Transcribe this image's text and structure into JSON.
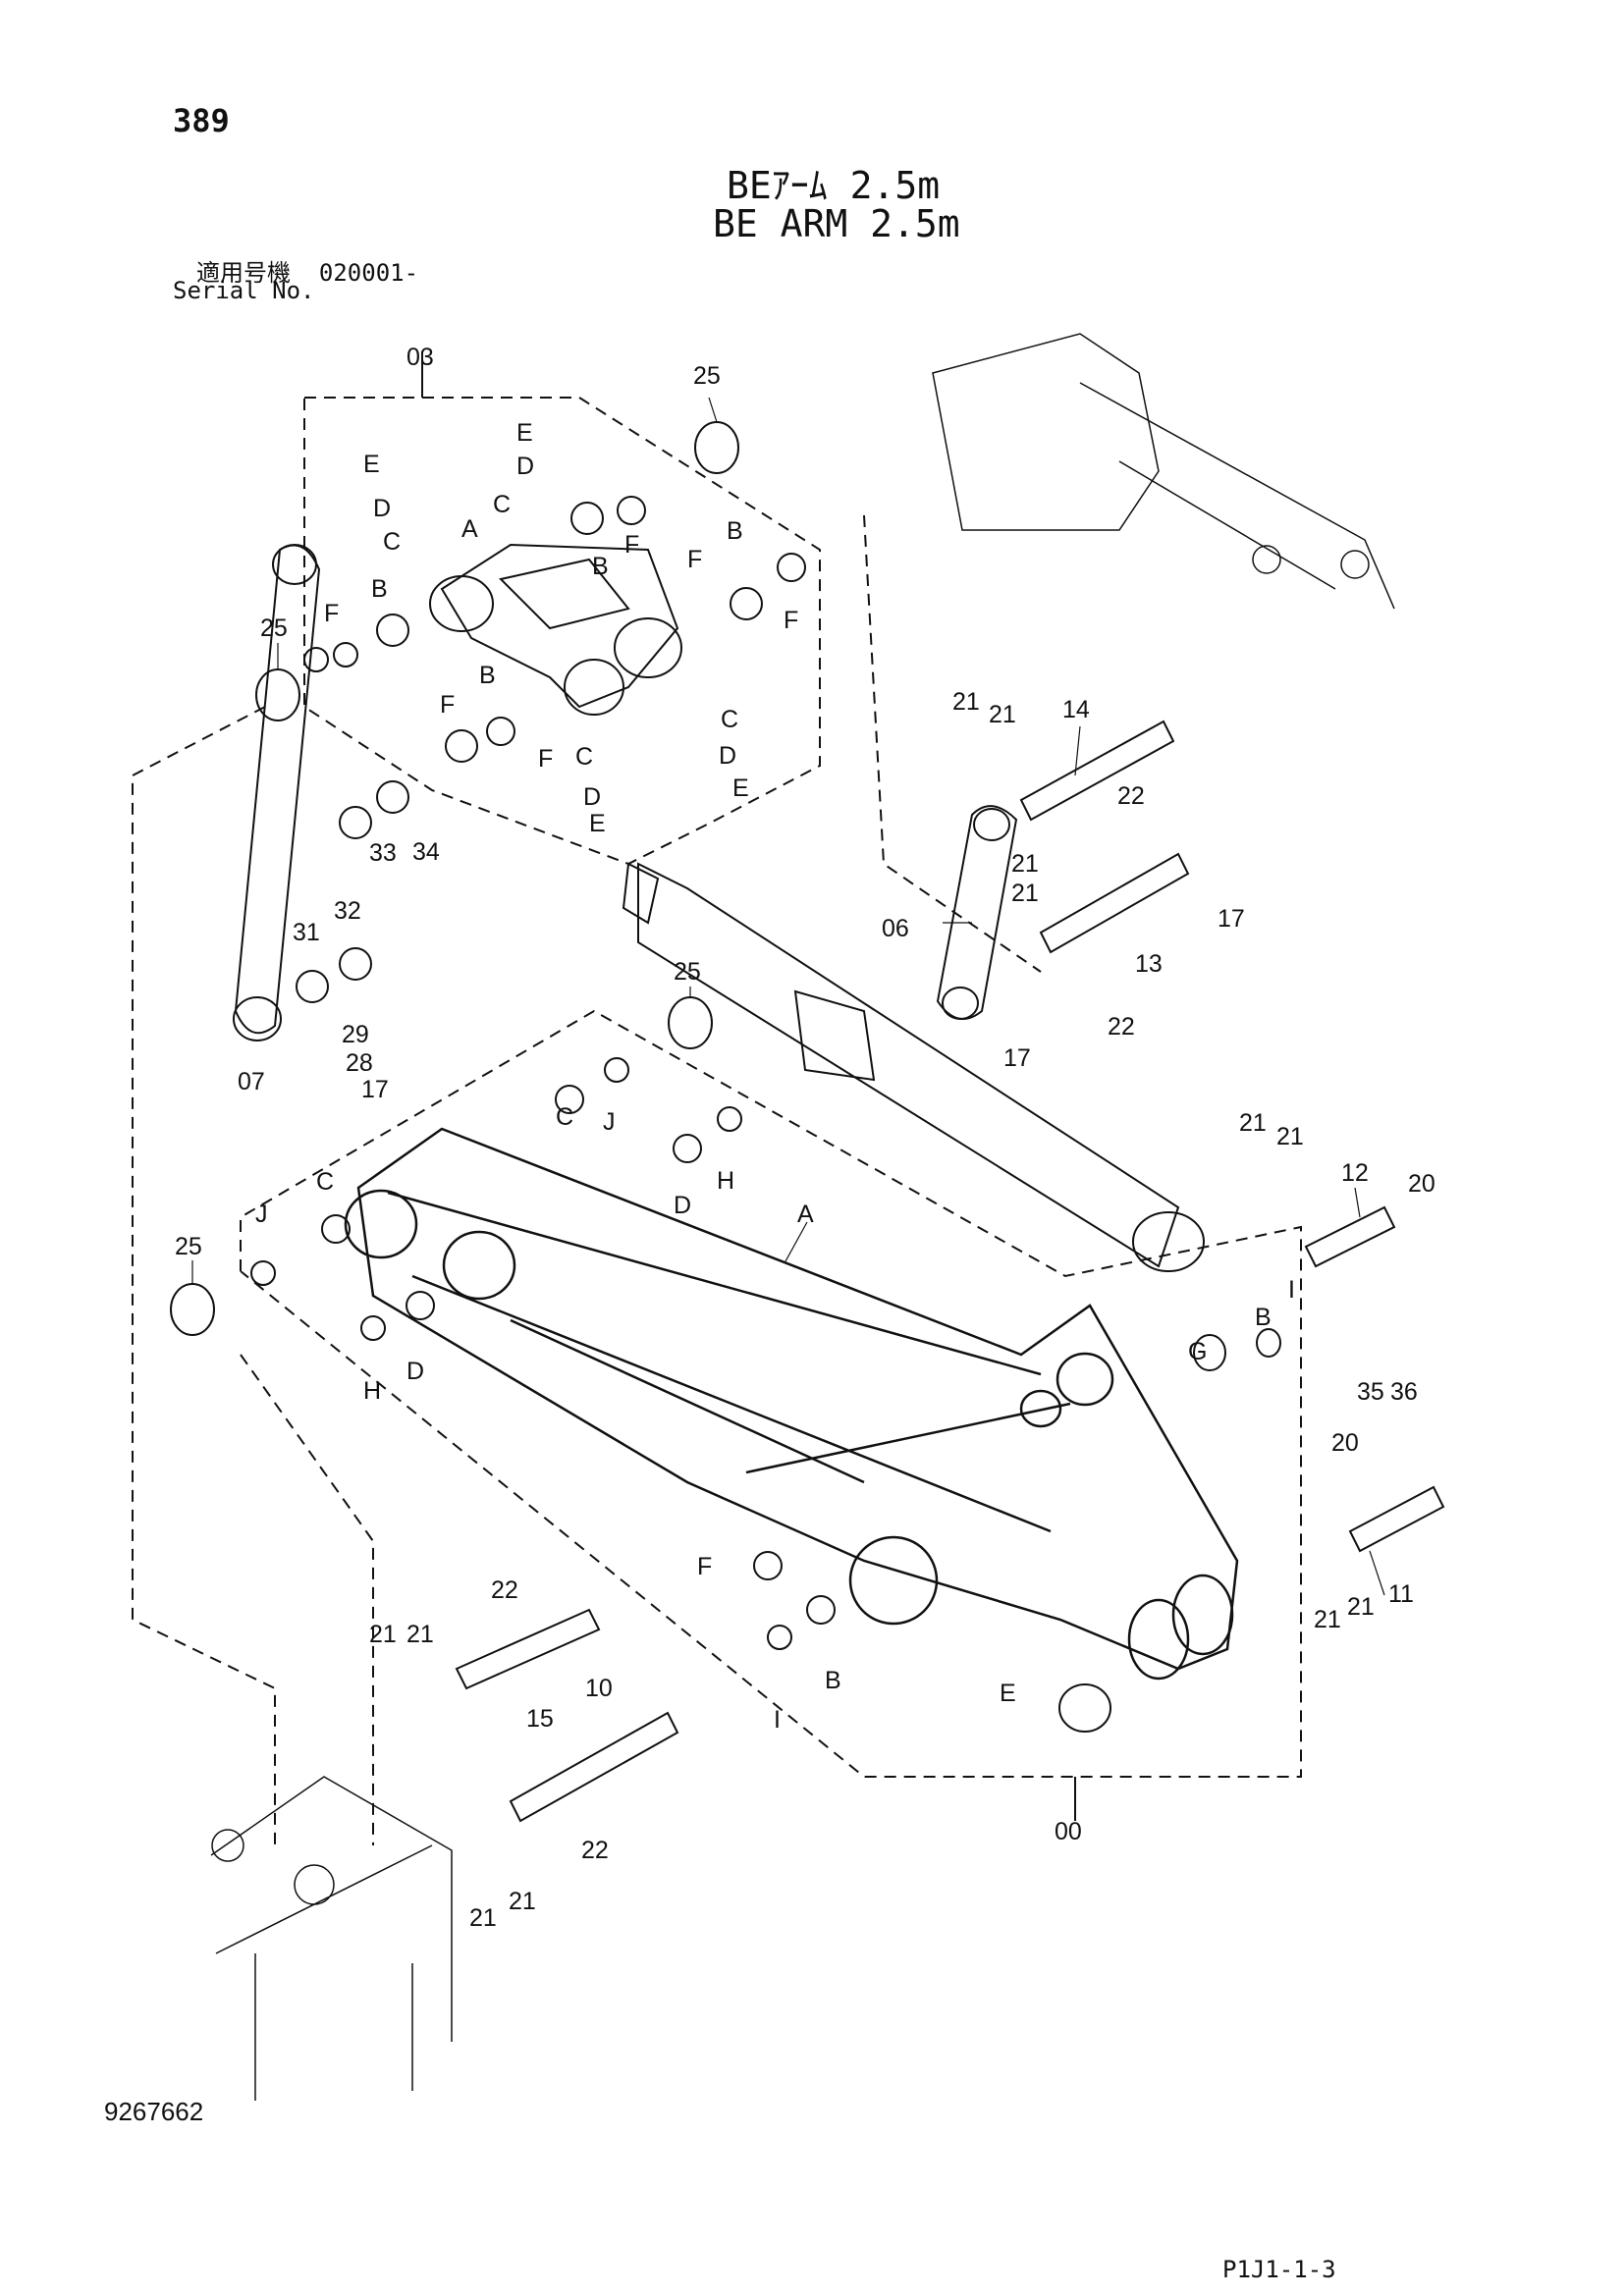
{
  "page_number": "389",
  "title_jp": "BEｱｰﾑ 2.5m",
  "title_en": "BE ARM 2.5m",
  "serial_label_jp": "適用号機",
  "serial_label_en": "Serial No.",
  "serial_value": "020001-",
  "document_number": "9267662",
  "page_code": "P1J1-1-3",
  "callouts": [
    "03",
    "25",
    "E",
    "D",
    "C",
    "A",
    "B",
    "F",
    "06",
    "14",
    "13",
    "12",
    "11",
    "10",
    "15",
    "07",
    "00",
    "17",
    "20",
    "21",
    "22",
    "28",
    "29",
    "31",
    "32",
    "33",
    "34",
    "35",
    "36",
    "G",
    "H",
    "I",
    "J"
  ]
}
